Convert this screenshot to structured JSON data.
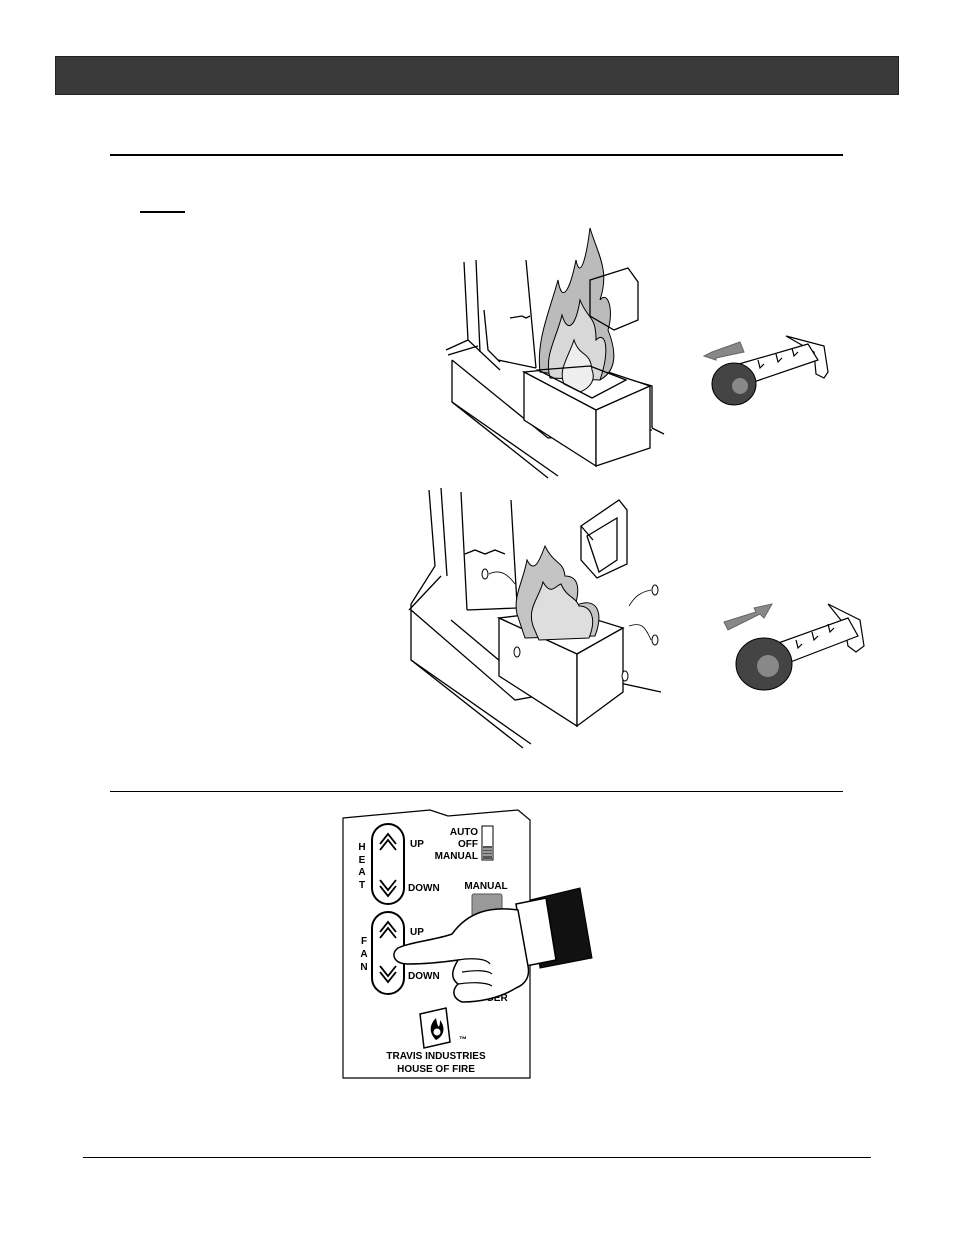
{
  "control_panel": {
    "heat_letters": [
      "H",
      "E",
      "A",
      "T"
    ],
    "fan_letters": [
      "F",
      "A",
      "N"
    ],
    "heat_up_label": "UP",
    "heat_down_label": "DOWN",
    "fan_up_label": "UP",
    "fan_down_label": "DOWN",
    "switch_auto": "AUTO",
    "switch_off": "OFF",
    "switch_manual": "MANUAL",
    "manual_button_label": "MANUAL",
    "igniter_label_partial": "GER",
    "trademark": "™",
    "company_line1": "TRAVIS INDUSTRIES",
    "company_line2": "HOUSE OF FIRE"
  }
}
